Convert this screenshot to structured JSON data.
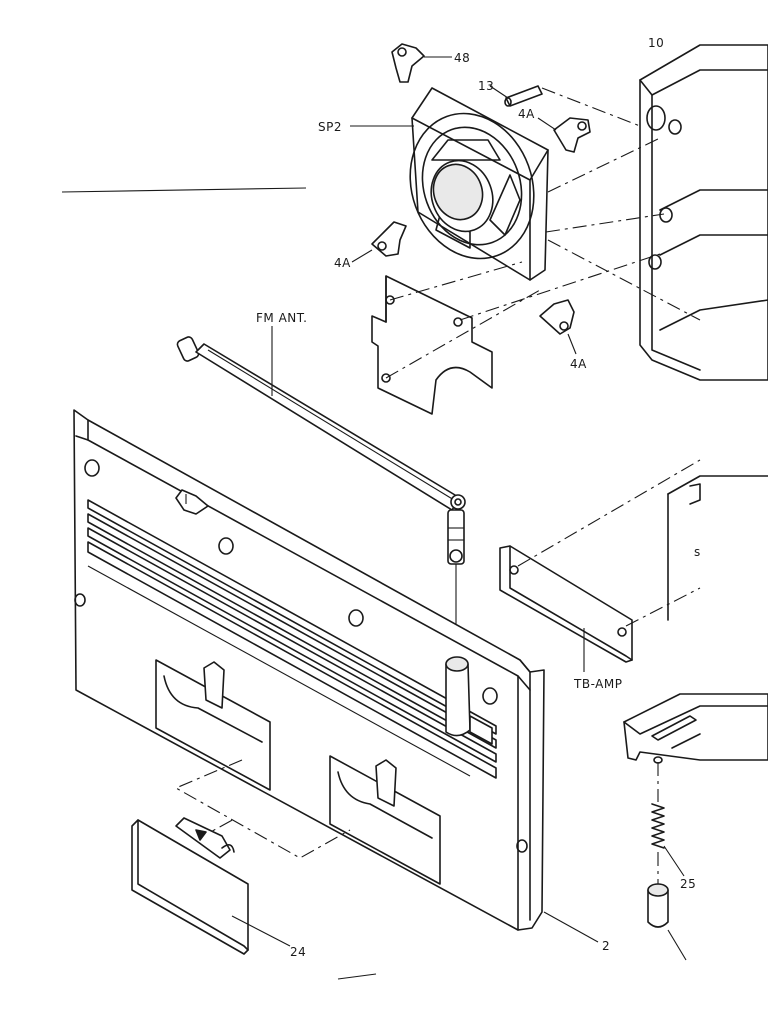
{
  "labels": {
    "part_48": "48",
    "part_13": "13",
    "part_4a_top": "4A",
    "part_4a_left": "4A",
    "part_4a_bottom": "4A",
    "sp2": "SP2",
    "fm_ant": "FM ANT.",
    "tb_amp": "TB-AMP",
    "part_25": "25",
    "part_24": "24",
    "part_2": "2",
    "corner_fragment": "10",
    "edge_fragment": "s"
  }
}
